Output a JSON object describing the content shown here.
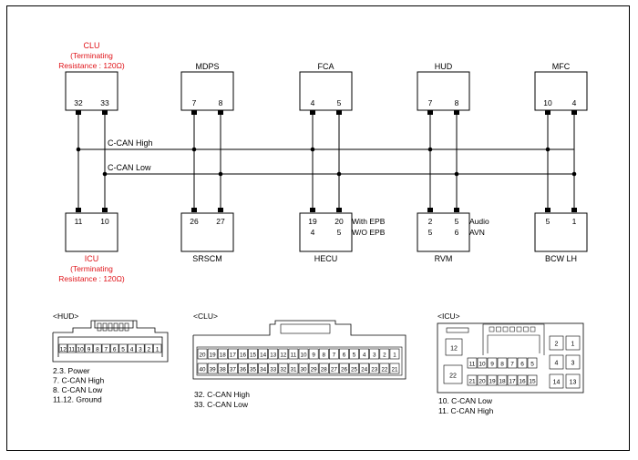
{
  "colors": {
    "line": "#000000",
    "red": "#e0141a",
    "gray": "#888888"
  },
  "top_modules": [
    {
      "name": "CLU",
      "red": true,
      "note1": "(Terminating",
      "note2": "Resistance : 120Ω)",
      "pins": [
        "32",
        "33"
      ]
    },
    {
      "name": "MDPS",
      "pins": [
        "7",
        "8"
      ]
    },
    {
      "name": "FCA",
      "pins": [
        "4",
        "5"
      ]
    },
    {
      "name": "HUD",
      "pins": [
        "7",
        "8"
      ]
    },
    {
      "name": "MFC",
      "pins": [
        "10",
        "4"
      ]
    }
  ],
  "bus": {
    "high": "C-CAN High",
    "low": "C-CAN Low"
  },
  "bottom_modules": [
    {
      "name": "ICU",
      "red": true,
      "note1": "(Terminating",
      "note2": "Resistance : 120Ω)",
      "pins": [
        "11",
        "10"
      ]
    },
    {
      "name": "SRSCM",
      "pins": [
        "26",
        "27"
      ]
    },
    {
      "name": "HECU",
      "pins": [
        "19",
        "20"
      ],
      "pins2": [
        "4",
        "5"
      ],
      "variant1": "With EPB",
      "variant2": "W/O EPB"
    },
    {
      "name": "RVM",
      "pins": [
        "2",
        "5"
      ],
      "pins2": [
        "5",
        "6"
      ],
      "variant1": "Audio",
      "variant2": "AVN"
    },
    {
      "name": "BCW LH",
      "pins": [
        "5",
        "1"
      ]
    }
  ],
  "connectors": {
    "hud": {
      "title": "<HUD>",
      "pins": [
        "12",
        "11",
        "10",
        "9",
        "8",
        "7",
        "6",
        "5",
        "4",
        "3",
        "2",
        "1"
      ],
      "legend": [
        "2.3. Power",
        "7. C-CAN High",
        "8. C-CAN Low",
        "11.12. Ground"
      ]
    },
    "clu": {
      "title": "<CLU>",
      "row1": [
        "20",
        "19",
        "18",
        "17",
        "16",
        "15",
        "14",
        "13",
        "12",
        "11",
        "10",
        "9",
        "8",
        "7",
        "6",
        "5",
        "4",
        "3",
        "2",
        "1"
      ],
      "row2": [
        "40",
        "39",
        "38",
        "37",
        "36",
        "35",
        "34",
        "33",
        "32",
        "31",
        "30",
        "29",
        "28",
        "27",
        "26",
        "25",
        "24",
        "23",
        "22",
        "21"
      ],
      "legend": [
        "32. C-CAN High",
        "33. C-CAN Low"
      ]
    },
    "icu": {
      "title": "<ICU>",
      "big": [
        "12",
        "22"
      ],
      "row1": [
        "11",
        "10",
        "9",
        "8",
        "7",
        "6",
        "5"
      ],
      "row2": [
        "21",
        "20",
        "19",
        "18",
        "17",
        "16",
        "15"
      ],
      "right": [
        "2",
        "1",
        "4",
        "3",
        "14",
        "13"
      ],
      "legend": [
        "10. C-CAN Low",
        "11. C-CAN High"
      ]
    }
  }
}
